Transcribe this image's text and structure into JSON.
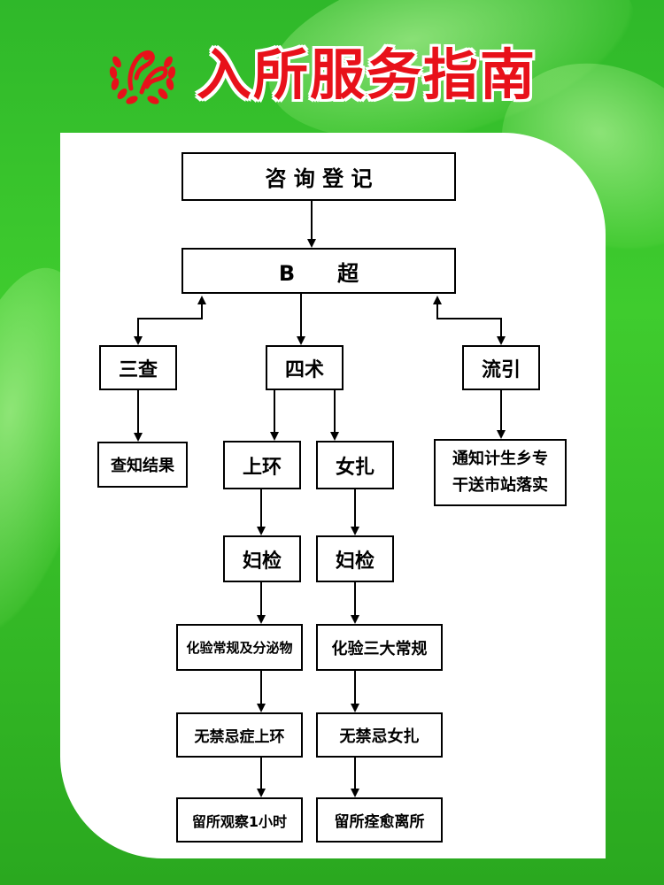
{
  "header": {
    "title": "入所服务指南"
  },
  "flow": {
    "consult": "咨 询 登 记",
    "bultrasound": "B　　超",
    "sancha": "三查",
    "sishu": "四术",
    "liuyin": "流引",
    "result": "查知结果",
    "notify_line1": "通知计生乡专",
    "notify_line2": "干送市站落实",
    "shanghuan": "上环",
    "nvzha": "女扎",
    "fujian_left": "妇检",
    "fujian_right": "妇检",
    "lab_left": "化验常规及分泌物",
    "lab_right": "化验三大常规",
    "nocontra_left": "无禁忌症上环",
    "nocontra_right": "无禁忌女扎",
    "stay_left": "留所观察1小时",
    "stay_right": "留所痊愈离所"
  },
  "colors": {
    "background_green": "#33bb2a",
    "title_red": "#e8111a",
    "panel_white": "#ffffff",
    "line_black": "#000000"
  }
}
